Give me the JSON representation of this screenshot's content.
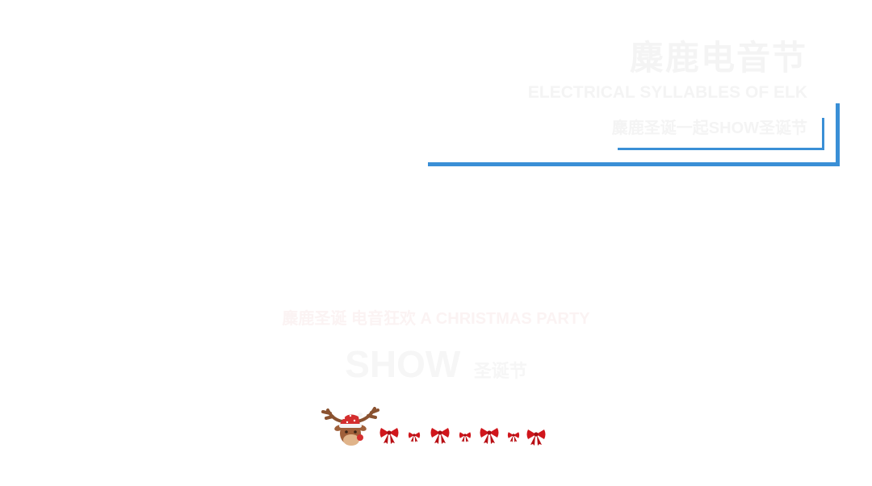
{
  "header": {
    "title_cn": "麋鹿电音节",
    "title_en": "ELECTRICAL SYLLABLES OF ELK",
    "subtitle": "麋鹿圣诞一起SHOW圣诞节"
  },
  "center": {
    "tagline": "麋鹿圣诞 电音狂欢 A CHRISTMAS PARTY",
    "show_word": "SHOW",
    "show_small": "圣诞节"
  },
  "colors": {
    "accent": "#3a8fd6",
    "bow": "#d0161c",
    "reindeer": "#a0603a",
    "hat": "#d42e2e"
  },
  "decoration": {
    "icons": [
      "reindeer-santa-hat-icon",
      "red-bow-icon"
    ]
  }
}
